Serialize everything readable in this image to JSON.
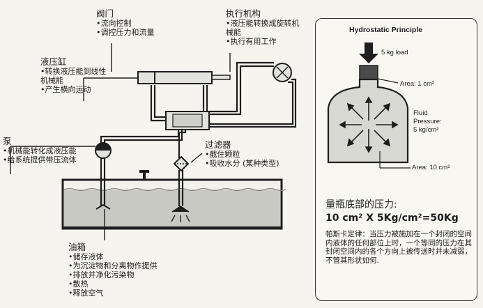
{
  "labels": {
    "valve": {
      "title": "阀门",
      "bullets": [
        "•流向控制",
        "•调控压力和流量"
      ]
    },
    "actuator": {
      "title": "执行机构",
      "bullets": [
        "•液压能转换成旋转机",
        "械能",
        "•执行有用工作"
      ]
    },
    "cylinder": {
      "title": "液压缸",
      "bullets": [
        "•转换液压能到线性",
        "机械能",
        "•产生横向运动"
      ]
    },
    "pump": {
      "title": "泵",
      "bullets": [
        "•机械能转化成液压能",
        "•给系统提供带压流体"
      ]
    },
    "filter": {
      "title": "过滤器",
      "bullets": [
        "•截住颗粒",
        "•吸收水分 (某种类型)"
      ]
    },
    "tank": {
      "title": "油箱",
      "bullets": [
        "•储存液体",
        "•为沉淀物和分离物作提供",
        "•排放并净化污染物",
        "•散热",
        "•释放空气"
      ]
    }
  },
  "panel": {
    "title": "Hydrostatic Principle",
    "load": "5 kg load",
    "area_small": "Area: 1 cm²",
    "fluid_pressure": [
      "Fluid",
      "Pressure:",
      "5 kg/cm²"
    ],
    "area_large": "Area: 10 cm²",
    "formula_heading": "量瓶底部的压力:",
    "formula": "10 cm² X 5Kg/cm²=50Kg",
    "pascal_law": "帕斯卡定律：当压力被施加在一个封闭的空间内液体的任何部位上时，一个等同的压力在其封闭空间内的各个方向上被传送时并未减弱，不管其形状如何."
  },
  "colors": {
    "line": "#1e1e1e",
    "fluid": "#c9c9c4",
    "component": "#e2e2de"
  }
}
